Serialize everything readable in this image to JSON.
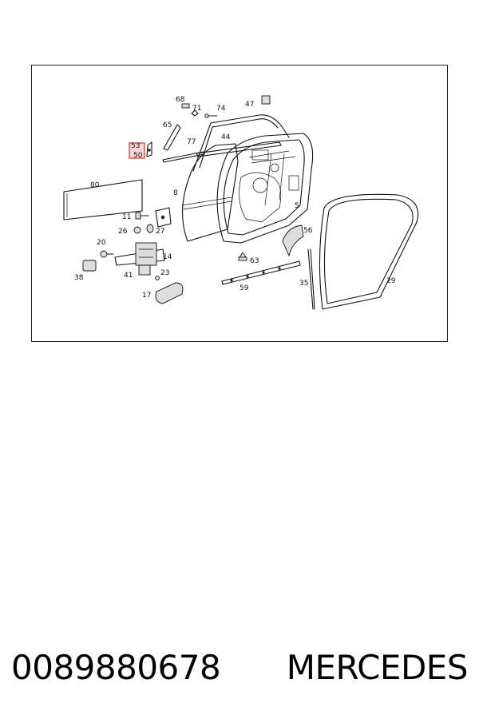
{
  "callouts": {
    "c68": "68",
    "c71": "71",
    "c74": "74",
    "c47": "47",
    "c65": "65",
    "c77": "77",
    "c44": "44",
    "c53": "53",
    "c50": "50",
    "c80": "80",
    "c8": "8",
    "c5": "5",
    "c11": "11",
    "c26": "26",
    "c27": "27",
    "c20": "20",
    "c56": "56",
    "c14": "14",
    "c63": "63",
    "c38": "38",
    "c41": "41",
    "c23": "23",
    "c29": "29",
    "c35": "35",
    "c59": "59",
    "c17": "17"
  },
  "highlight": {
    "color": "#e03030",
    "part": "50"
  },
  "caption": {
    "part_number": "0089880678",
    "brand": "MERCEDES"
  }
}
